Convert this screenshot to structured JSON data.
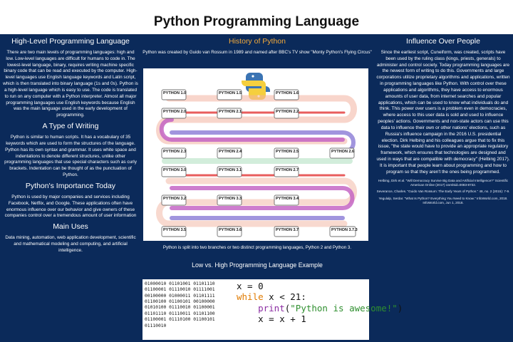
{
  "title": "Python Programming Language",
  "left": {
    "high_level": {
      "heading": "High-Level Programming Language",
      "text": "There are two main levels of programming languages: high and low. Low-level languages are difficult for humans to code in. The lowest-level language, binary, requires writing machine specific binary code that can be read and executed by the computer. High-level languages use English language keywords and Latin script, which is then translated into binary language (1s and 0s). Python is a high-level language which is easy to use. The code is translated to run on any computer with a Python interpreter. Almost all major programming languages use English keywords because English was the main language used in the early development of programming."
    },
    "writing": {
      "heading": "A Type of Writing",
      "text": "Python is similar to human scripts. It has a vocabulary of 35 keywords which are used to form the structures of the language. Python has its own syntax and grammar. It uses white space and indentations to denote different structures, unlike other programming languages that use special characters such as curly brackets. Indentation can be thought of as the punctuation of Python."
    },
    "importance": {
      "heading": "Python's Importance Today",
      "text": "Python is used by major companies and services including Facebook, Netflix, and Google. These applications often have enormous influence over our behavior and give owners of these companies control over a tremendous amount of user information"
    },
    "main_uses": {
      "heading": "Main Uses",
      "text": "Data mining, automation, web application development, scientific and mathematical modeling and computing, and artificial intelligence."
    }
  },
  "middle": {
    "history_heading": "History of Python",
    "history_text": "Python was created by Guido van Rossum in 1989 and named after BBC's TV show \"Monty Python's Flying Circus\"",
    "caption": "Python is split into two branches or two distinct programming languages, Python 2 and Python 3.",
    "low_high_heading": "Low vs. High Programming Language Example",
    "binary_lines": [
      "01000010 01101001 01101110",
      "01100001 01110010 01111001",
      "00100000 01000011 01101111",
      "01100100 01100101 00100000",
      "01010100 01110010 01100001",
      "01101110 01110011 01101100",
      "01100001 01110100 01100101",
      "01110010"
    ],
    "code": {
      "line1": "x = 0",
      "kw_while": "while",
      "line2_rest": " x < 21:",
      "indent": "    ",
      "fn_print": "print",
      "paren_open": "(",
      "str_text": "\"Python is awesome!\"",
      "paren_close": ")",
      "line4": "    x = x + 1"
    },
    "versions_row1": [
      "PYTHON 1.0",
      "PYTHON 1.5",
      "PYTHON 1.6"
    ],
    "versions_row2": [
      "PYTHON 2.0",
      "PYTHON 2.1",
      "PYTHON 2.2"
    ],
    "versions_row3": [
      "PYTHON 2.3",
      "PYTHON 2.4",
      "PYTHON 2.5",
      "PYTHON 2.6"
    ],
    "versions_row4": [
      "PYTHON 3.0",
      "PYTHON 3.1",
      "PYTHON 2.7"
    ],
    "versions_row5": [
      "PYTHON 3.2",
      "PYTHON 3.3",
      "PYTHON 3.4"
    ],
    "versions_row6": [
      "PYTHON 3.5",
      "PYTHON 3.6",
      "PYTHON 3.7",
      "PYTHON 3.7.3"
    ]
  },
  "right": {
    "heading": "Influence Over People",
    "text": "Since the earliest script, Cuneiform, was created, scripts have been used by the ruling class (kings, priests, generals) to administer and control society. Today programming languages are the newest form of writing to do this. Governments and large corporations utilize proprietary algorithms and applications, written in programming languages like Python. With control over these applications and algorithms, they have access to enormous amounts of user data, from internet searches and popular applications, which can be used to know what individuals do and think. This power over users is a problem even in democracies, where access to this user data is sold and used to influence peoples' actions. Governments and non-state actors can use this data to influence their own or other nations' elections, such as Russia's influence campaign in the 2016 U.S. presidential election. Dirk Helbing and his colleagues argue that to fix this issue, \"the state would have to provide an appropriate regulatory framework, which ensures that technologies are designed and used in ways that are compatible with democracy\" (Helbing 2017). It is important that people learn about programming and how to program so that they aren't the ones being programmed.",
    "refs": [
      "Helbing, Dirk et al. \"Will Democracy Survive Big Data and Artificial Intelligence?\" Scientific American Online (2017) Uxmlsid=0083-8732.",
      "Severance, Charles. \"Guido Van Rossum: The Early Years of Python.\" 48, no. 2 (2015): 7-9.",
      "Yegulalp, Serdar. \"What Is Python? Everything You Need to Know.\" InfoWorld.com, 2018. InfoWorld.com, Jun 1, 2018."
    ]
  }
}
